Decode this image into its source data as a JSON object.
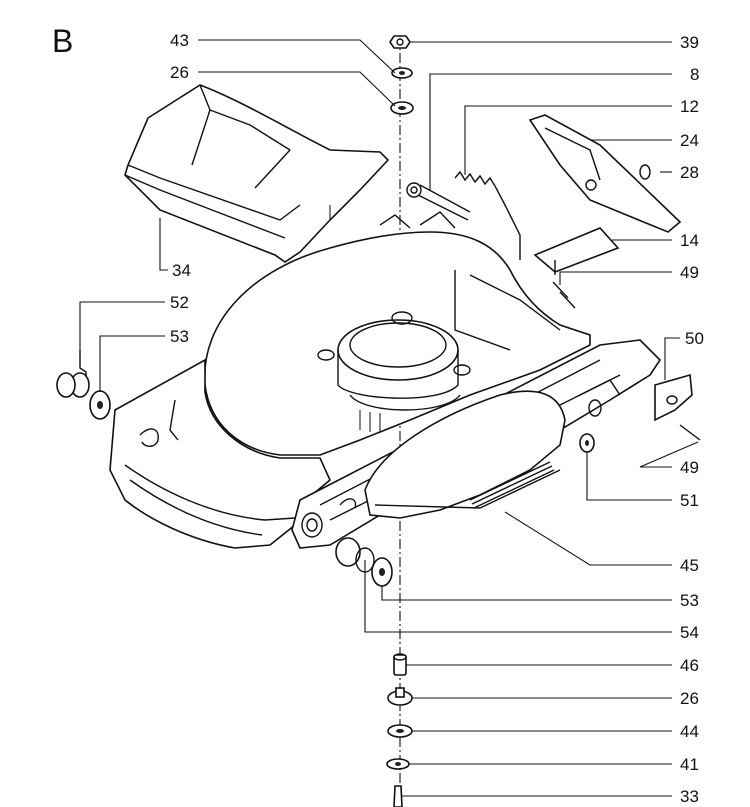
{
  "section_letter": "B",
  "callouts": {
    "c43": "43",
    "c26a": "26",
    "c39": "39",
    "c8": "8",
    "c12": "12",
    "c24": "24",
    "c28": "28",
    "c34": "34",
    "c14": "14",
    "c49a": "49",
    "c52": "52",
    "c53a": "53",
    "c50": "50",
    "c49b": "49",
    "c51": "51",
    "c45": "45",
    "c53b": "53",
    "c54": "54",
    "c46": "46",
    "c26b": "26",
    "c44": "44",
    "c41": "41",
    "c33": "33"
  }
}
